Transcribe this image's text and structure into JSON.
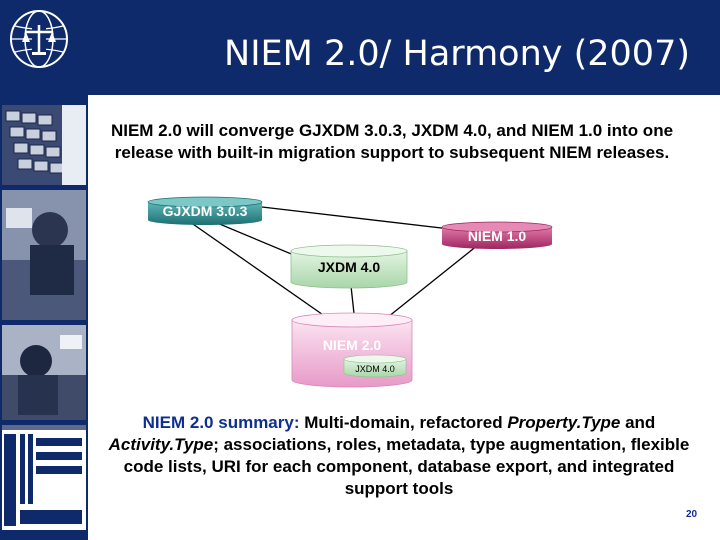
{
  "header": {
    "title": "NIEM 2.0/ Harmony (2007)"
  },
  "intro": "NIEM 2.0 will converge GJXDM 3.0.3, JXDM 4.0, and NIEM 1.0 into one release with built-in migration support to subsequent NIEM releases.",
  "diagram": {
    "nodes": {
      "gjxdm": "GJXDM 3.0.3",
      "niem1": "NIEM 1.0",
      "jxdm4": "JXDM 4.0",
      "niem2": "NIEM 2.0",
      "niem2_inner": "JXDM 4.0"
    },
    "edges": [
      [
        "GJXDM 3.0.3",
        "NIEM 1.0"
      ],
      [
        "GJXDM 3.0.3",
        "JXDM 4.0"
      ],
      [
        "GJXDM 3.0.3",
        "NIEM 2.0"
      ],
      [
        "NIEM 1.0",
        "NIEM 2.0"
      ],
      [
        "JXDM 4.0",
        "NIEM 2.0"
      ]
    ]
  },
  "summary": {
    "lead": "NIEM 2.0 summary:",
    "t1": "Multi-domain, refactored ",
    "i1": "Property.Type",
    "t2": " and ",
    "i2": "Activity.Type",
    "t3": "; associations, roles, metadata, type augmentation, flexible code lists, URI for each component, database export, and integrated support tools"
  },
  "page_number": "20",
  "colors": {
    "header_bg": "#0e2a6b",
    "title_text": "#ffffff",
    "summary_lead": "#0f2f8f",
    "gjxdm_fill": "#2b8a8a",
    "niem1_fill": "#c03a7a",
    "jxdm_fill": "#c7e6c7",
    "niem2_fill": "#f1bfe0"
  },
  "icons": {
    "logo": "scales-of-justice-globe-icon"
  }
}
